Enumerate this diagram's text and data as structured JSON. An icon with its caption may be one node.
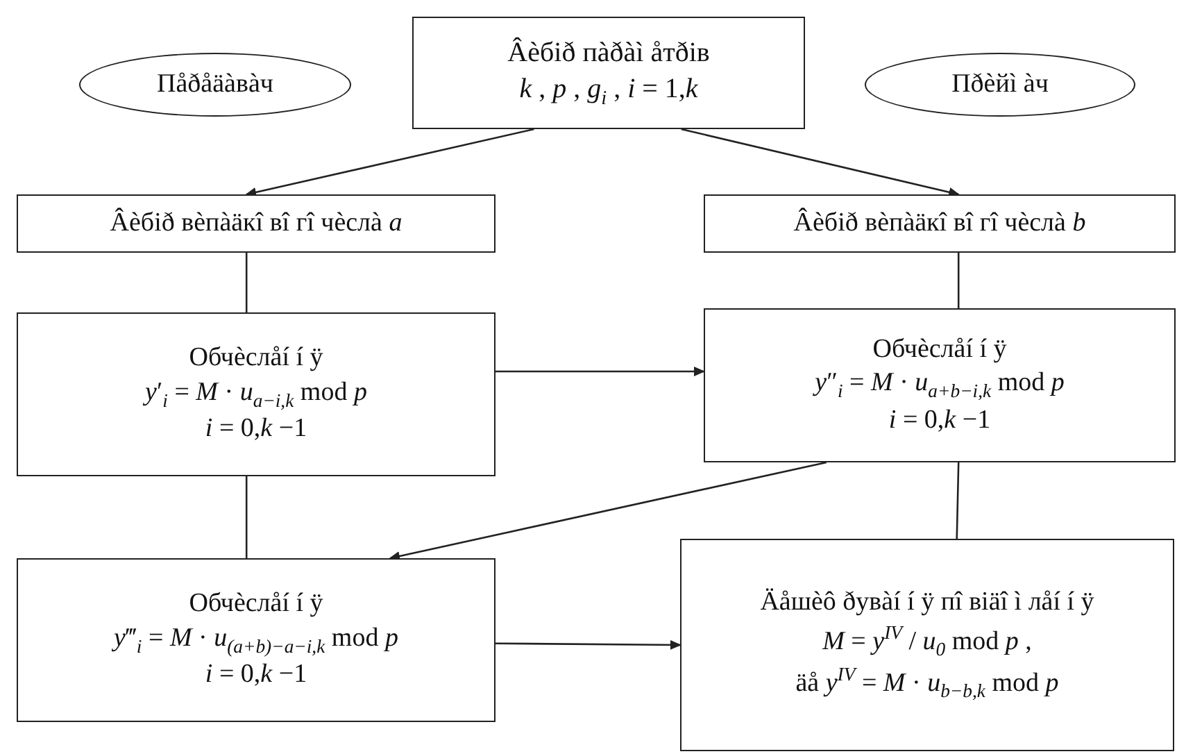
{
  "diagram": {
    "nodes": [
      {
        "text": [
          "Пåðåäàвàч"
        ]
      },
      {
        "text": [
          "Âèбið пàðàì åтðiв",
          "*k* , *p* , *g*$_{i}$ , *i* = 1,*k*"
        ]
      },
      {
        "text": [
          "Пðèйì àч"
        ]
      },
      {
        "text": [
          "Âèбið вèпàäкî вî гî  чèслà *a*"
        ]
      },
      {
        "text": [
          "Âèбið вèпàäкî вî гî  чèслà *b*"
        ]
      },
      {
        "text": [
          "Обчèслåí í ÿ",
          "*y*′$_{i}$ = *M* · *u*$_{a−i,k}$ mod *p*",
          "*i* = 0,*k* −1"
        ]
      },
      {
        "text": [
          "Обчèслåí í ÿ",
          "*y*″$_{i}$ = *M* · *u*$_{a+b−i,k}$ mod *p*",
          "*i* = 0,*k* −1"
        ]
      },
      {
        "text": [
          "Обчèслåí í ÿ",
          "*y*‴$_{i}$ = *M* · *u*$_{(a+b)−a−i,k}$ mod *p*",
          "*i* = 0,*k* −1"
        ]
      },
      {
        "text": [
          "Äåшèô ðувàí í ÿ пî вiäî ì лåí í ÿ",
          "*M* = *y*$^{IV}$ / *u*$_{0}$ mod *p* ,",
          "äå  *y*$^{IV}$ = *M* · *u*$_{b−b,k}$ mod *p*"
        ]
      }
    ],
    "edges": [
      {
        "from": 1,
        "to": 3,
        "arrow": "to"
      },
      {
        "from": 1,
        "to": 4,
        "arrow": "to"
      },
      {
        "from": 3,
        "to": 5,
        "arrow": "none"
      },
      {
        "from": 4,
        "to": 6,
        "arrow": "none"
      },
      {
        "from": 5,
        "to": 6,
        "arrow": "to"
      },
      {
        "from": 6,
        "to": 7,
        "arrow": "to"
      },
      {
        "from": 5,
        "to": 7,
        "arrow": "none"
      },
      {
        "from": 6,
        "to": 8,
        "arrow": "none"
      },
      {
        "from": 7,
        "to": 8,
        "arrow": "to"
      }
    ]
  }
}
